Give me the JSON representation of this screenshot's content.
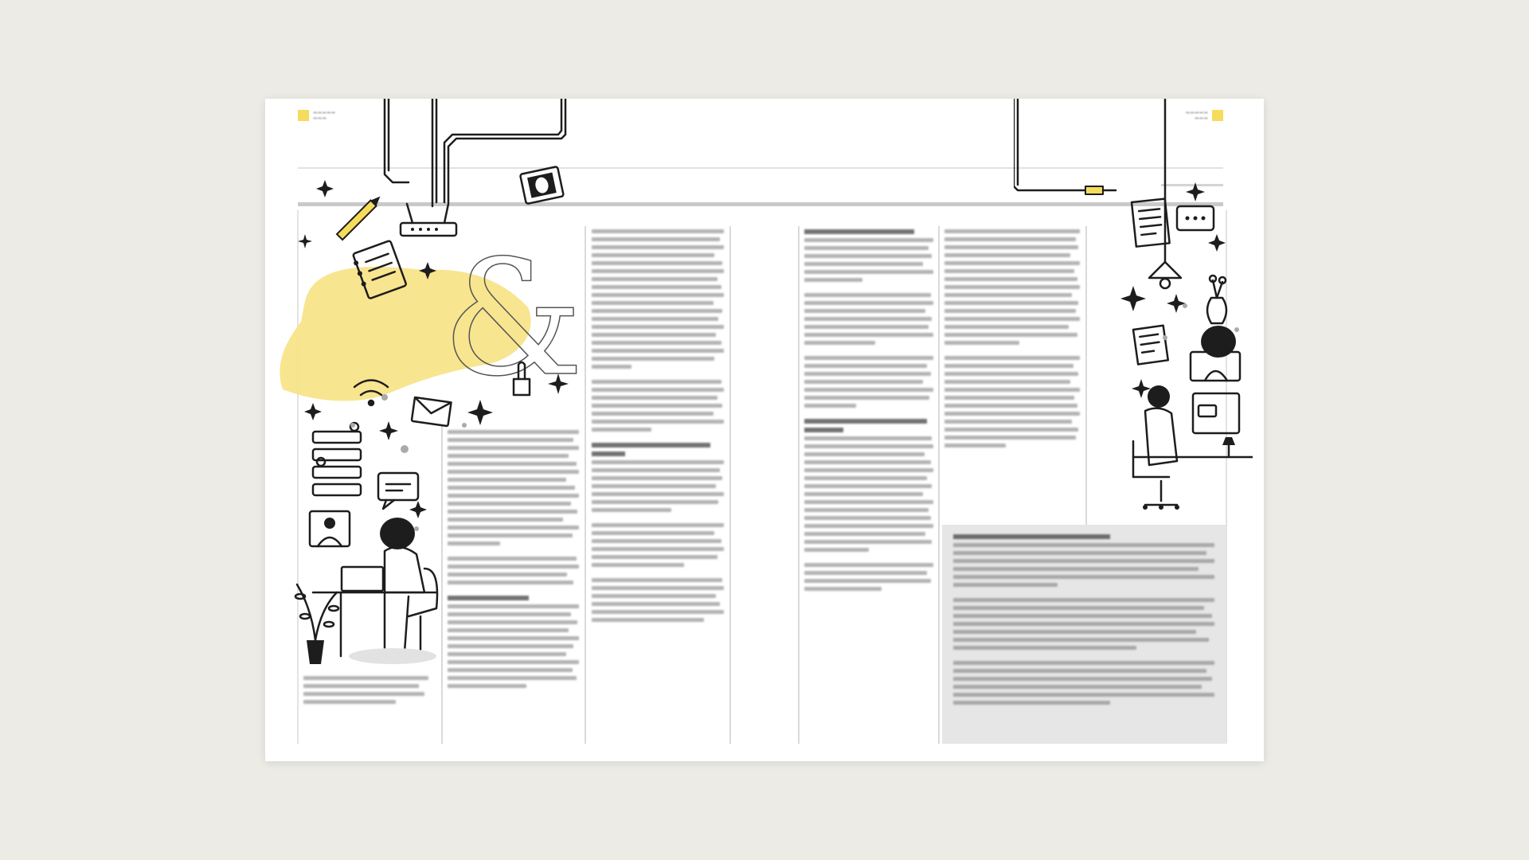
{
  "spread": {
    "background": "#ffffff",
    "accent_color": "#f6dc5c",
    "illustration_yellow": "#f7e283",
    "sidebar_color": "#e6e6e6"
  },
  "icons": [
    "ampersand-glyph",
    "pencil-icon",
    "notebook-icon",
    "router-icon",
    "book-icon",
    "wifi-icon",
    "envelope-icon",
    "cactus-icon",
    "chat-bubble-icon",
    "video-call-icon",
    "person-at-laptop-illustration",
    "potted-plant-icon",
    "document-icon",
    "pendant-lamp-icon",
    "flower-vase-icon",
    "person-at-desktop-illustration",
    "office-chair-icon",
    "desk-lamp-icon",
    "sparkle-icon"
  ]
}
